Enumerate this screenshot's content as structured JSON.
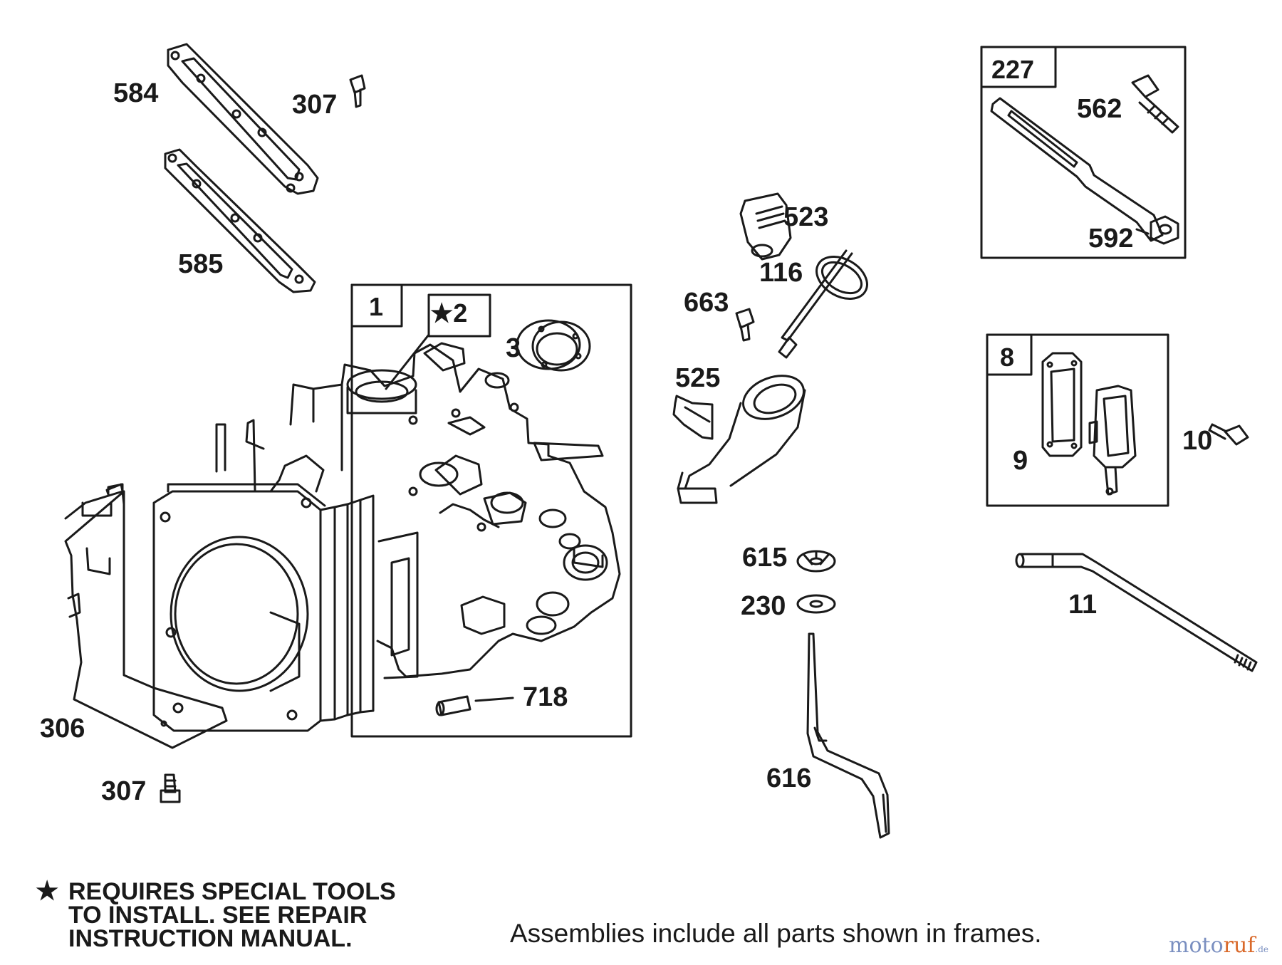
{
  "parts": {
    "p584": "584",
    "p307a": "307",
    "p585": "585",
    "p1": "1",
    "p2": "★2",
    "p3": "3",
    "p306": "306",
    "p307b": "307",
    "p718": "718",
    "p523": "523",
    "p116": "116",
    "p663": "663",
    "p525": "525",
    "p615": "615",
    "p230": "230",
    "p616": "616",
    "p227": "227",
    "p562": "562",
    "p592": "592",
    "p8": "8",
    "p9": "9",
    "p10": "10",
    "p11": "11"
  },
  "note": {
    "star": "★",
    "line1": "REQUIRES SPECIAL TOOLS",
    "line2": "TO INSTALL.  SEE REPAIR",
    "line3": "INSTRUCTION MANUAL."
  },
  "footer": {
    "assemblies": "Assemblies include all parts shown in frames."
  },
  "watermark": {
    "part1": "moto",
    "part2": "ruf",
    "part3": ".de"
  }
}
